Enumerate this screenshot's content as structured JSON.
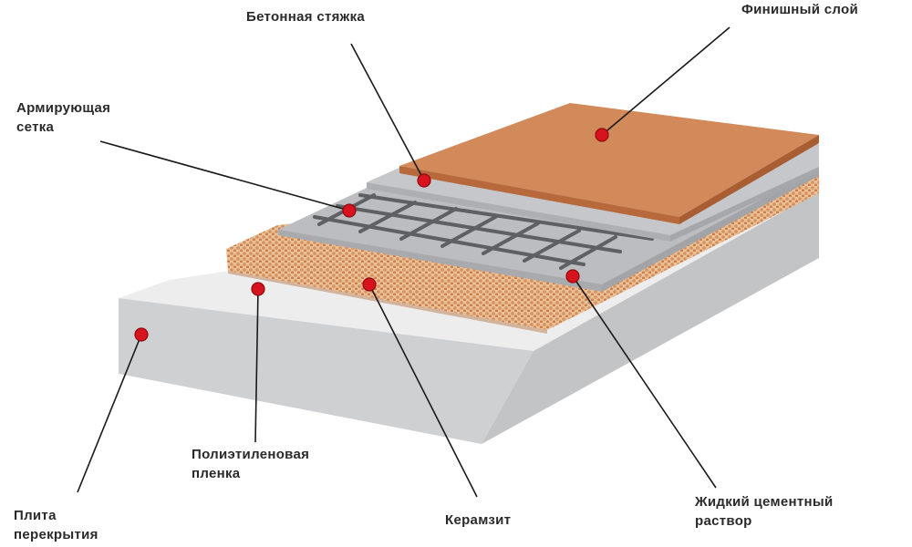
{
  "labels": {
    "screed": "Бетонная стяжка",
    "finish": "Финишный слой",
    "mesh_line1": "Армирующая",
    "mesh_line2": "сетка",
    "film_line1": "Полиэтиленовая",
    "film_line2": "пленка",
    "slab_line1": "Плита",
    "slab_line2": "перекрытия",
    "clay": "Керамзит",
    "mortar_line1": "Жидкий цементный",
    "mortar_line2": "раствор"
  },
  "colors": {
    "marker": "#d7141d",
    "tile": "#d48a5a",
    "concrete": "#c9cacc",
    "clay": "#e7b487",
    "leader": "#1a1a1a"
  }
}
